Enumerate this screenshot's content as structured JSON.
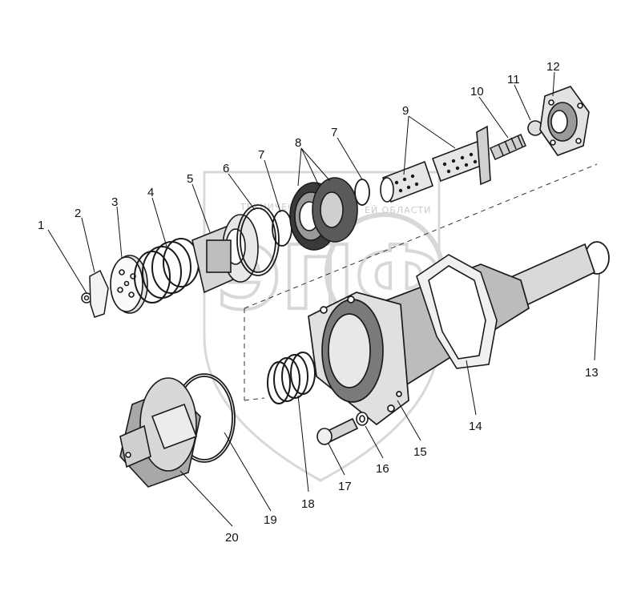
{
  "diagram": {
    "callouts": [
      "1",
      "2",
      "3",
      "4",
      "5",
      "6",
      "7",
      "7",
      "8",
      "9",
      "10",
      "11",
      "12",
      "13",
      "14",
      "15",
      "16",
      "17",
      "18",
      "19",
      "20"
    ]
  },
  "watermark": {
    "top_text": "ТЕХНИЧЕСКИЕ",
    "right_text": "ЕЙ ОБЛАСТИ",
    "logo": "ЭПФ"
  },
  "colors": {
    "ink": "#1a1a1a",
    "line": "#222222",
    "watermark": "#d8d8d8",
    "paper": "#ffffff"
  }
}
